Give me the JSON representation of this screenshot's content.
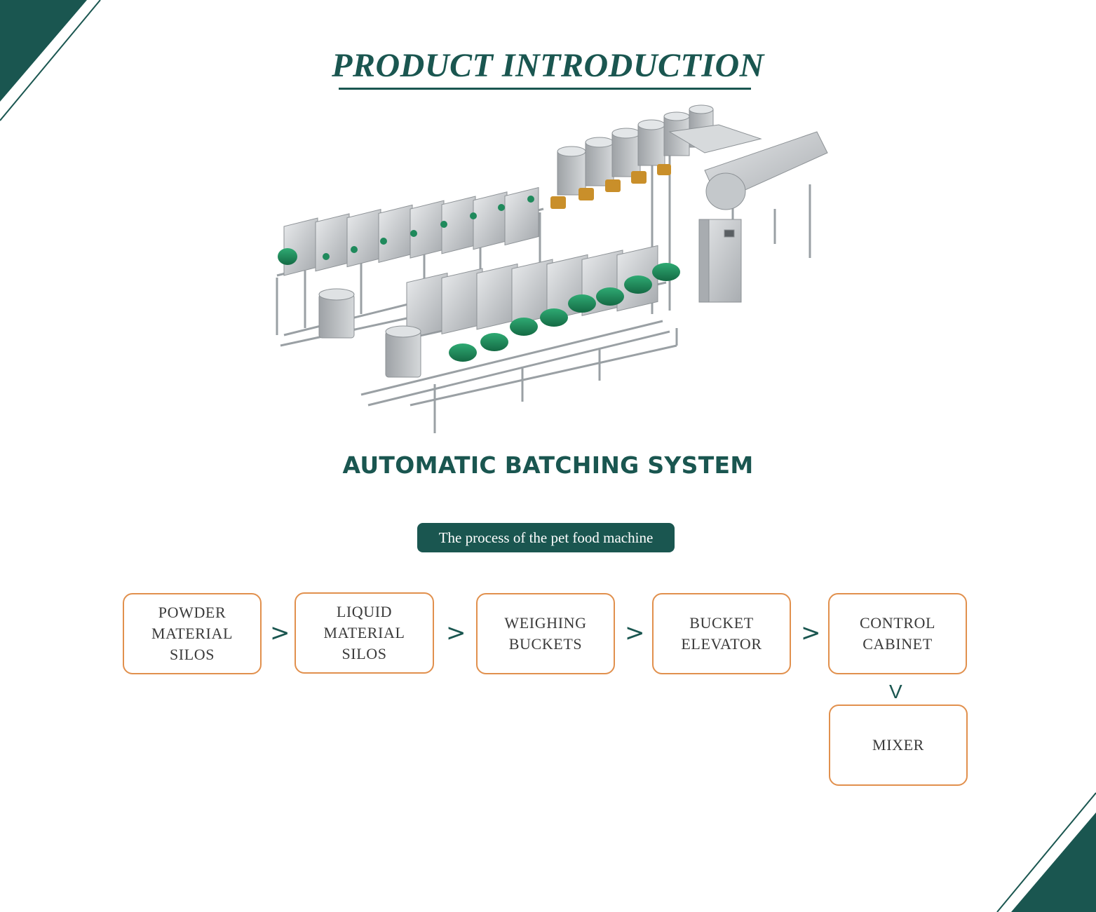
{
  "header": {
    "title": "PRODUCT INTRODUCTION"
  },
  "product": {
    "name": "AUTOMATIC BATCHING SYSTEM"
  },
  "process": {
    "label": "The process of the pet food machine",
    "steps": [
      {
        "label": "POWDER\nMATERIAL\nSILOS"
      },
      {
        "label": "LIQUID\nMATERIAL\nSILOS"
      },
      {
        "label": "WEIGHING\nBUCKETS"
      },
      {
        "label": "BUCKET\nELEVATOR"
      },
      {
        "label": "CONTROL\nCABINET"
      },
      {
        "label": "MIXER"
      }
    ],
    "arrow_right": ">",
    "arrow_down": "V"
  },
  "colors": {
    "brand": "#1a5650",
    "box_border": "#e1904d",
    "machine_steel": "#c9cbcd",
    "motor": "#1f8a5c",
    "valve": "#c98f2a"
  }
}
